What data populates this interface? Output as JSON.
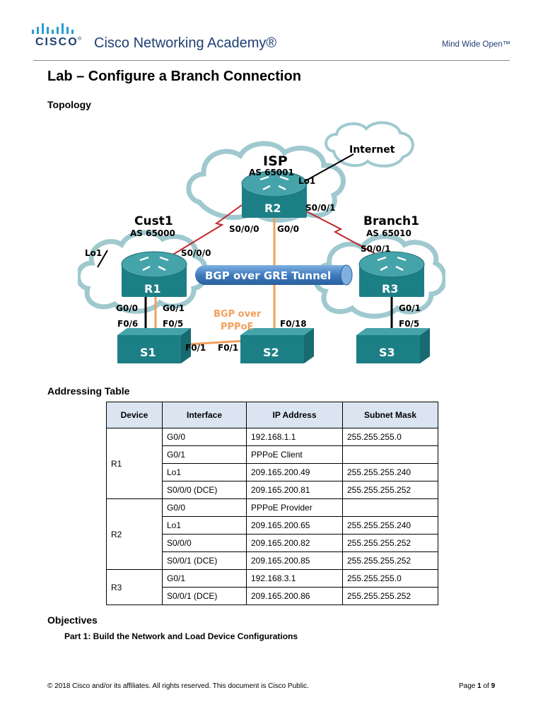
{
  "header": {
    "brand": "CISCO",
    "brand_mark": "®",
    "academy": "Cisco Networking Academy®",
    "tagline": "Mind Wide Open™"
  },
  "doc": {
    "title": "Lab – Configure a Branch Connection",
    "topology_heading": "Topology",
    "addressing_heading": "Addressing Table",
    "objectives_heading": "Objectives",
    "part1": "Part 1: Build the Network and Load Device Configurations"
  },
  "topology": {
    "isp": "ISP",
    "isp_as": "AS 65001",
    "internet": "Internet",
    "cust1": "Cust1",
    "cust1_as": "AS 65000",
    "branch1": "Branch1",
    "branch1_as": "AS 65010",
    "r1": "R1",
    "r2": "R2",
    "r3": "R3",
    "s1": "S1",
    "s2": "S2",
    "s3": "S3",
    "tunnel": "BGP over GRE Tunnel",
    "bgp_over": "BGP over",
    "pppoe": "PPPoE",
    "if_r2_lo1": "Lo1",
    "if_r2_s001": "S0/0/1",
    "if_r2_s000": "S0/0/0",
    "if_r2_g00": "G0/0",
    "if_r1_lo1": "Lo1",
    "if_r1_s000": "S0/0/0",
    "if_r1_g00": "G0/0",
    "if_r1_g01": "G0/1",
    "if_s1_f06": "F0/6",
    "if_s1_f05": "F0/5",
    "if_s1_f01": "F0/1",
    "if_s2_f01": "F0/1",
    "if_s2_f018": "F0/18",
    "if_r3_s001": "S0/0/1",
    "if_r3_g01": "G0/1",
    "if_s3_f05": "F0/5"
  },
  "table": {
    "headers": [
      "Device",
      "Interface",
      "IP Address",
      "Subnet Mask"
    ],
    "rows": [
      {
        "device": "R1",
        "interface": "G0/0",
        "ip": "192.168.1.1",
        "mask": "255.255.255.0"
      },
      {
        "device": "",
        "interface": "G0/1",
        "ip": "PPPoE Client",
        "mask": ""
      },
      {
        "device": "",
        "interface": "Lo1",
        "ip": "209.165.200.49",
        "mask": "255.255.255.240"
      },
      {
        "device": "",
        "interface": "S0/0/0 (DCE)",
        "ip": "209.165.200.81",
        "mask": "255.255.255.252"
      },
      {
        "device": "R2",
        "interface": "G0/0",
        "ip": "PPPoE Provider",
        "mask": ""
      },
      {
        "device": "",
        "interface": "Lo1",
        "ip": "209.165.200.65",
        "mask": "255.255.255.240"
      },
      {
        "device": "",
        "interface": "S0/0/0",
        "ip": "209.165.200.82",
        "mask": "255.255.255.252"
      },
      {
        "device": "",
        "interface": "S0/0/1 (DCE)",
        "ip": "209.165.200.85",
        "mask": "255.255.255.252"
      },
      {
        "device": "R3",
        "interface": "G0/1",
        "ip": "192.168.3.1",
        "mask": "255.255.255.0"
      },
      {
        "device": "",
        "interface": "S0/0/1 (DCE)",
        "ip": "209.165.200.86",
        "mask": "255.255.255.252"
      }
    ]
  },
  "footer": {
    "copyright": "© 2018 Cisco and/or its affiliates. All rights reserved. This document is Cisco Public.",
    "page_word": "Page",
    "page_num": "1",
    "of_word": "of",
    "page_total": "9"
  },
  "colors": {
    "brand_blue": "#1f3f74",
    "router_teal": "#1d7f86",
    "serial_red": "#c1272d",
    "ethernet_orange": "#f2a05c",
    "tunnel_blue": "#4a86c8",
    "table_header": "#dbe5f1"
  }
}
